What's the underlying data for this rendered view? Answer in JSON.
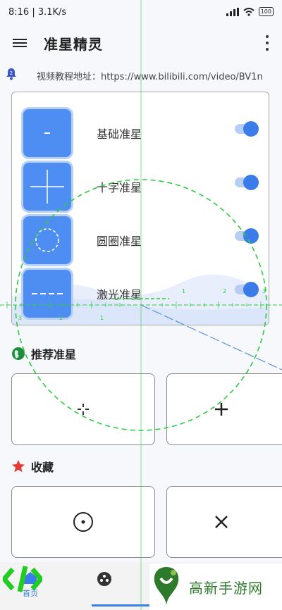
{
  "status": {
    "time_speed": "8:16 | 3.1K/s",
    "battery": "100"
  },
  "appbar": {
    "title": "准星精灵"
  },
  "notice": {
    "text": "视频教程地址：https://www.bilibili.com/video/BV1n"
  },
  "crosshairs": [
    {
      "label": "基础准星",
      "enabled": true
    },
    {
      "label": "十字准星",
      "enabled": true
    },
    {
      "label": "圆圈准星",
      "enabled": true
    },
    {
      "label": "激光准星",
      "enabled": true
    }
  ],
  "ruler": {
    "left": [
      "3",
      "2",
      "1"
    ],
    "right": [
      "1",
      "2",
      "3"
    ]
  },
  "recommended": {
    "title": "推荐准星"
  },
  "favorites": {
    "title": "收藏"
  },
  "nav": {
    "home_label": "首页"
  },
  "watermark": {
    "text": "高新手游网"
  },
  "colors": {
    "accent": "#3b7de8",
    "tile": "#4e8ef2",
    "overlay_green": "#2ecc40",
    "star": "#e53935",
    "globe": "#1e8e3e"
  }
}
